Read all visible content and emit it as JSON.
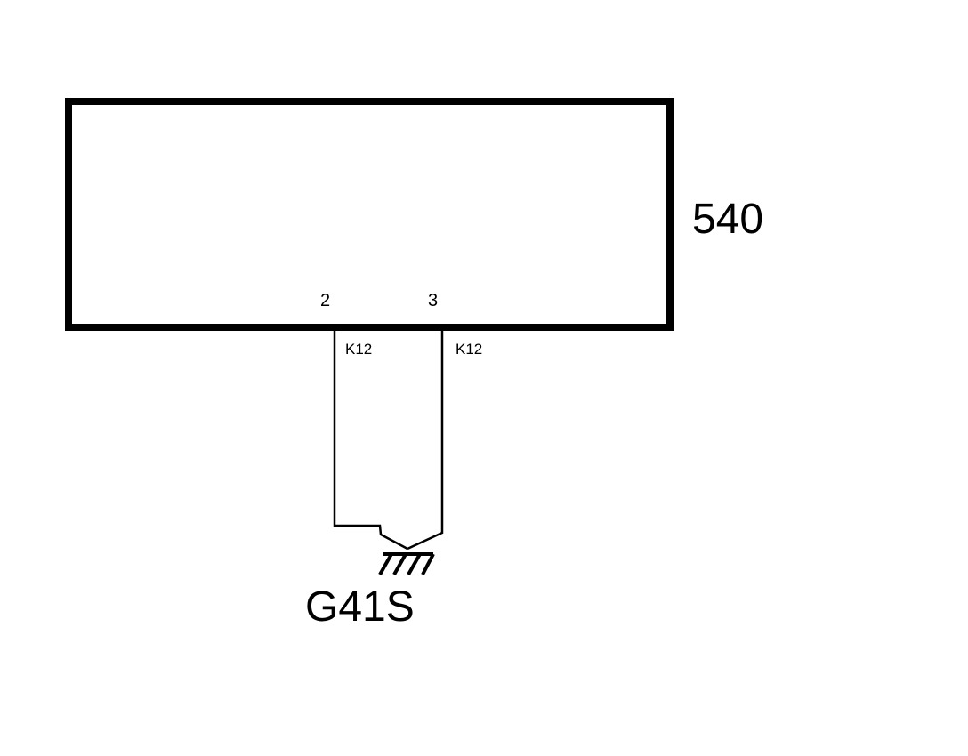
{
  "component": {
    "id": "540",
    "pins": [
      {
        "number": "2",
        "wire": "K12"
      },
      {
        "number": "3",
        "wire": "K12"
      }
    ]
  },
  "ground": {
    "id": "G41S"
  }
}
